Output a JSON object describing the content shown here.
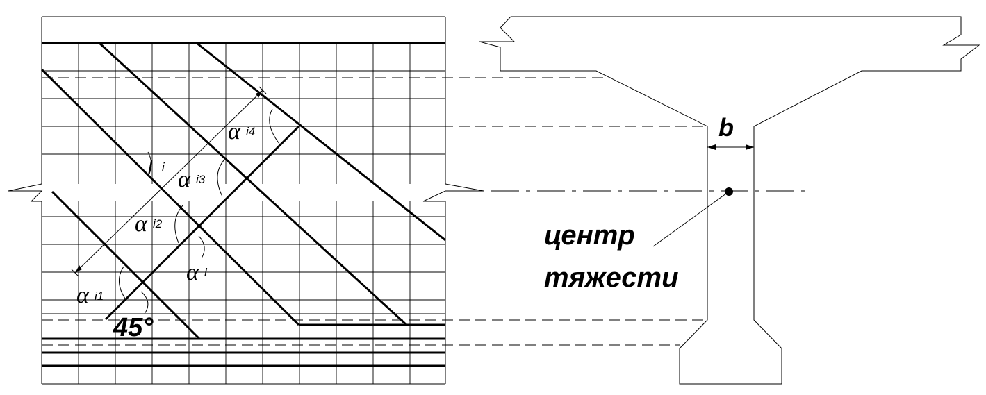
{
  "labels": {
    "alpha_symbol": "α",
    "alpha_i1_sub": "i1",
    "alpha_i2_sub": "i2",
    "alpha_i3_sub": "i3",
    "alpha_i4_sub": "i4",
    "alpha_l_sub": "l",
    "l_symbol": "l",
    "l_sub": "i",
    "angle_45": "45°",
    "width_b": "b",
    "centroid_line1": "центр",
    "centroid_line2": "тяжести"
  }
}
